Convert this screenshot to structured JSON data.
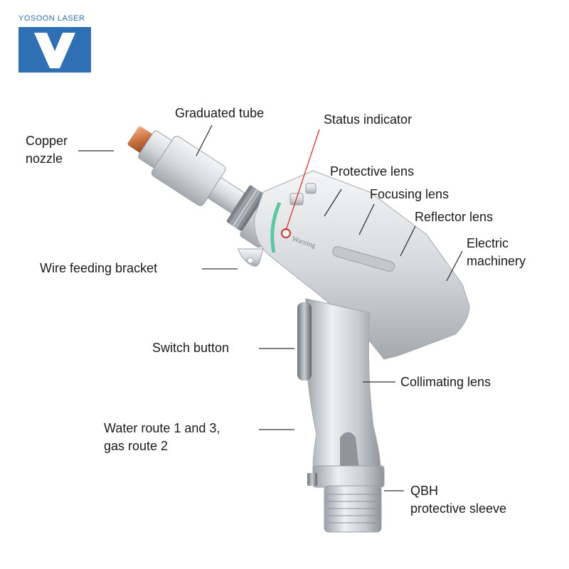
{
  "brand": {
    "name": "YOSOON LASER",
    "color": "#2f6fb3"
  },
  "gun_body_text": "Warning",
  "labels": {
    "copper_nozzle": "Copper\nnozzle",
    "graduated_tube": "Graduated tube",
    "status_indicator": "Status indicator",
    "protective_lens": "Protective lens",
    "focusing_lens": "Focusing lens",
    "reflector_lens": "Reflector lens",
    "electric_machinery": "Electric\nmachinery",
    "wire_feeding_bracket": "Wire feeding bracket",
    "switch_button": "Switch button",
    "collimating_lens": "Collimating lens",
    "water_gas_route": "Water route 1 and 3,\ngas route 2",
    "qbh_sleeve": "QBH\nprotective sleeve"
  },
  "colors": {
    "leader_line": "#333333",
    "status_line": "#d9342b",
    "accent_ring": "#5cc7a0",
    "nozzle": "#c87a4a"
  }
}
